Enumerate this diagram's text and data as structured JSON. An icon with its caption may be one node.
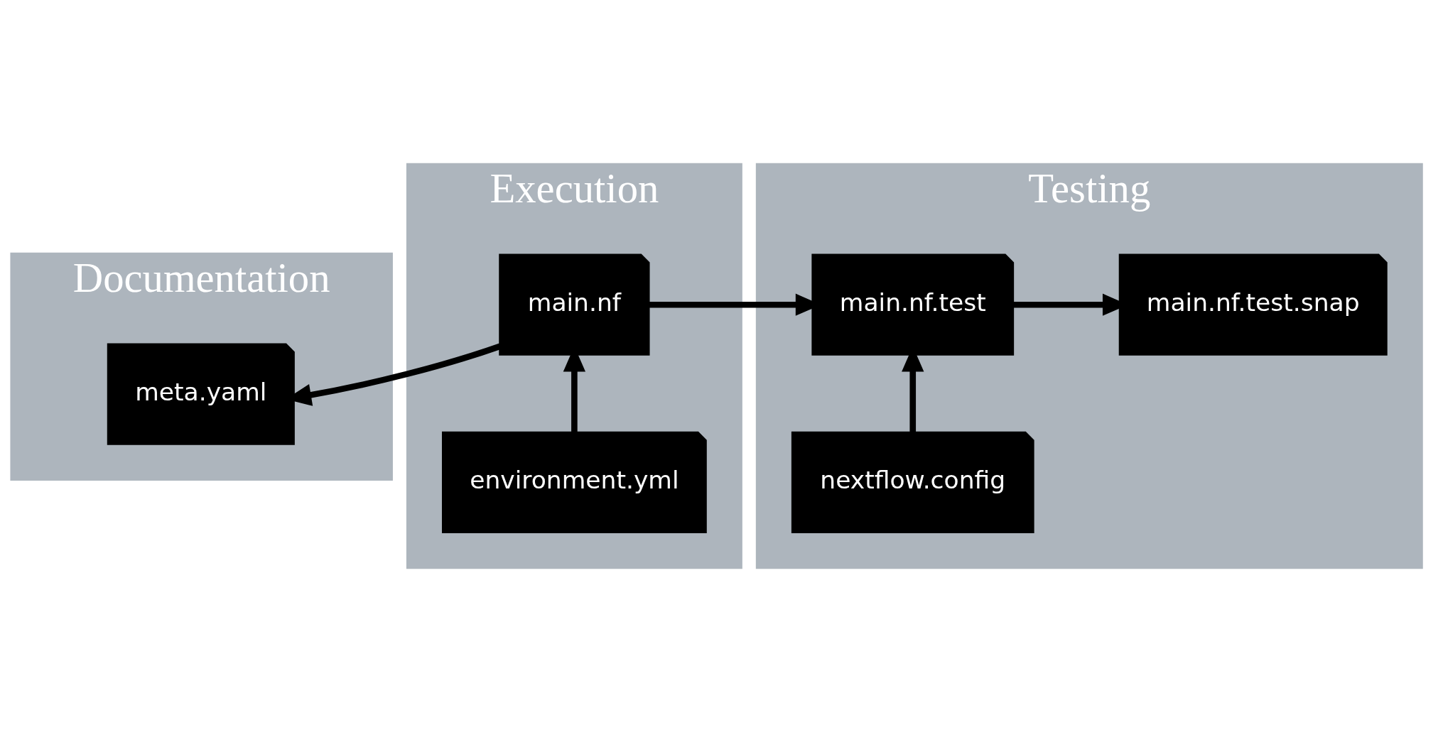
{
  "diagram": {
    "nodes": [
      {
        "text": [
          "Documentation"
        ]
      },
      {
        "text": [
          "meta.yaml"
        ],
        "in": 0
      },
      {
        "text": [
          "Execution"
        ]
      },
      {
        "text": [
          "main.nf"
        ],
        "in": 2
      },
      {
        "text": [
          "environment.yml"
        ],
        "in": 2
      },
      {
        "text": [
          "Testing"
        ]
      },
      {
        "text": [
          "main.nf.test"
        ],
        "in": 5
      },
      {
        "text": [
          "main.nf.test.snap"
        ],
        "in": 5
      },
      {
        "text": [
          "nextflow.config"
        ],
        "in": 5
      }
    ],
    "edges": [
      {
        "from": 3,
        "to": 1,
        "arrow": "to"
      },
      {
        "from": 3,
        "to": 6,
        "arrow": "to"
      },
      {
        "from": 4,
        "to": 3,
        "arrow": "to"
      },
      {
        "from": 6,
        "to": 7,
        "arrow": "to"
      },
      {
        "from": 8,
        "to": 6,
        "arrow": "to"
      }
    ]
  }
}
